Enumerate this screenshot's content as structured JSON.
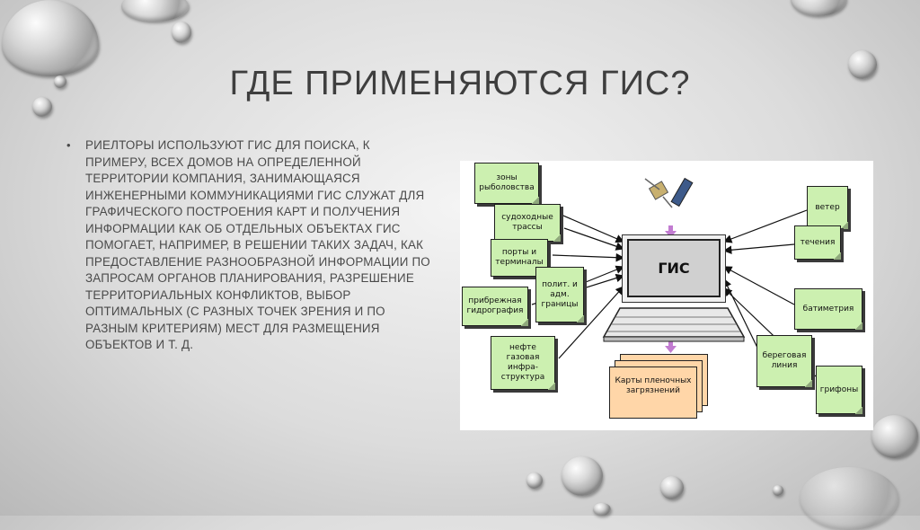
{
  "slide": {
    "title": "ГДЕ ПРИМЕНЯЮТСЯ ГИС?",
    "bullet": "•",
    "body": "Риелторы используют ГИС для поиска, к примеру, всех домов на определенной территории компания, занимающаяся инженерными коммуникациями ГИС служат для графического построения карт и получения информации как об отдельных объектах ГИС помогает, например, в решении таких задач, как предоставление разнообразной информации по запросам органов планирования, разрешение территориальных конфликтов, выбор оптимальных (с разных точек зрения и по разным критериям) мест для размещения объектов и т. д."
  },
  "diagram": {
    "center_label": "ГИС",
    "output_label": "Карты пленочных загрязнений",
    "left_notes": [
      "зоны рыболовства",
      "судоходные трассы",
      "порты и терминалы",
      "полит. и адм. границы",
      "прибрежная гидрография",
      "нефте газовая инфра-структура"
    ],
    "right_notes": [
      "ветер",
      "течения",
      "батиметрия",
      "береговая линия",
      "грифоны"
    ],
    "colors": {
      "note_fill": "#ccf0b0",
      "output_fill": "#ffd6a8",
      "down_arrow": "#c27cd1"
    },
    "icons": [
      "satellite-icon",
      "computer-icon"
    ]
  }
}
